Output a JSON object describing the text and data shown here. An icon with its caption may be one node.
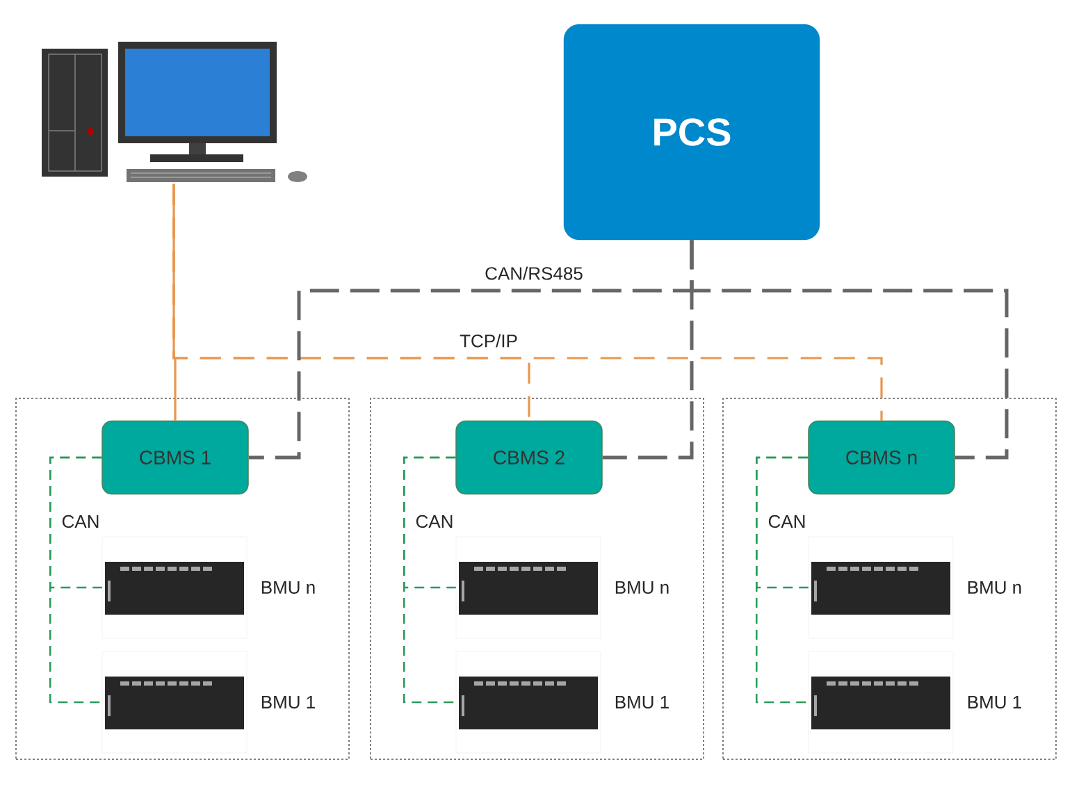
{
  "diagram": {
    "nodes": [
      {
        "text": [],
        "shape": "picture"
      },
      {
        "text": [
          "PCS"
        ]
      },
      {
        "text": [],
        "shape": "box"
      },
      {
        "text": [
          "CBMS 1"
        ],
        "in": 2
      },
      {
        "text": [],
        "shape": "picture",
        "in": 2,
        "beside": [
          "BMU n"
        ]
      },
      {
        "text": [],
        "shape": "picture",
        "in": 2,
        "beside": [
          "BMU 1"
        ]
      },
      {
        "text": [],
        "shape": "box"
      },
      {
        "text": [
          "CBMS 2"
        ],
        "in": 6
      },
      {
        "text": [],
        "shape": "picture",
        "in": 6,
        "beside": [
          "BMU n"
        ]
      },
      {
        "text": [],
        "shape": "picture",
        "in": 6,
        "beside": [
          "BMU 1"
        ]
      },
      {
        "text": [],
        "shape": "box"
      },
      {
        "text": [
          "CBMS n"
        ],
        "in": 10
      },
      {
        "text": [],
        "shape": "picture",
        "in": 10,
        "beside": [
          "BMU n"
        ]
      },
      {
        "text": [],
        "shape": "picture",
        "in": 10,
        "beside": [
          "BMU 1"
        ]
      }
    ],
    "edges": [
      {
        "from": 0,
        "to": 3,
        "arrow": "none",
        "color": "#e8964f"
      },
      {
        "from": 0,
        "to": 7,
        "arrow": "none",
        "style": "dashed",
        "color": "#e8964f",
        "label": "TCP/IP"
      },
      {
        "from": 0,
        "to": 11,
        "arrow": "none",
        "style": "dashed",
        "color": "#e8964f"
      },
      {
        "from": 1,
        "to": 3,
        "arrow": "none",
        "style": "dashed",
        "color": "#666666",
        "label": "CAN/RS485"
      },
      {
        "from": 1,
        "to": 7,
        "arrow": "none",
        "style": "dashed",
        "color": "#666666"
      },
      {
        "from": 1,
        "to": 11,
        "arrow": "none",
        "style": "dashed",
        "color": "#666666"
      },
      {
        "from": 3,
        "to": 4,
        "arrow": "none",
        "style": "dashed",
        "color": "#2a9a5a",
        "label": "CAN"
      },
      {
        "from": 3,
        "to": 5,
        "arrow": "none",
        "style": "dashed",
        "color": "#2a9a5a"
      },
      {
        "from": 7,
        "to": 8,
        "arrow": "none",
        "style": "dashed",
        "color": "#2a9a5a",
        "label": "CAN"
      },
      {
        "from": 7,
        "to": 9,
        "arrow": "none",
        "style": "dashed",
        "color": "#2a9a5a"
      },
      {
        "from": 11,
        "to": 12,
        "arrow": "none",
        "style": "dashed",
        "color": "#2a9a5a",
        "label": "CAN"
      },
      {
        "from": 11,
        "to": 13,
        "arrow": "none",
        "style": "dashed",
        "color": "#2a9a5a"
      }
    ]
  }
}
